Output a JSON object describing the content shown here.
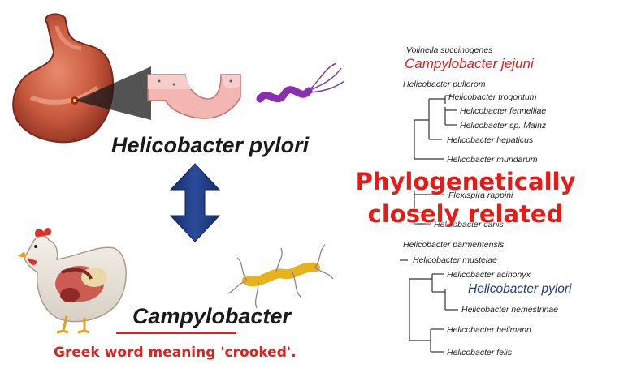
{
  "labels": {
    "helicobacter_pylori": "Helicobacter pylori",
    "campylobacter": "Campylobacter",
    "greek_meaning": "Greek word meaning 'crooked'.",
    "phylo_line1": "Phylogenetically",
    "phylo_line2": "closely related"
  },
  "tree_labels": [
    "Volinella succinogenes",
    "Campylobacter jejuni",
    "Helicobacter pullorom",
    "Helicobacter trogontum",
    "Helicobacter fennelliae",
    "Helicobacter sp. Mainz",
    "Helicobacter hepaticus",
    "Helicobacter muridarum",
    "Flexispira rappini",
    "Helicobacter canis",
    "Helicobacter parmentensis",
    "Helicobacter mustelae",
    "Helicobacter acinonyx",
    "Helicobacter pylori",
    "Helicobacter nemestrinae",
    "Helicobacter heilmann",
    "Helicobacter felis"
  ],
  "colors": {
    "accent_red": "#e0201c",
    "arrow_blue": "#1f3a7a",
    "pylori_blue": "#1f3a8f"
  }
}
